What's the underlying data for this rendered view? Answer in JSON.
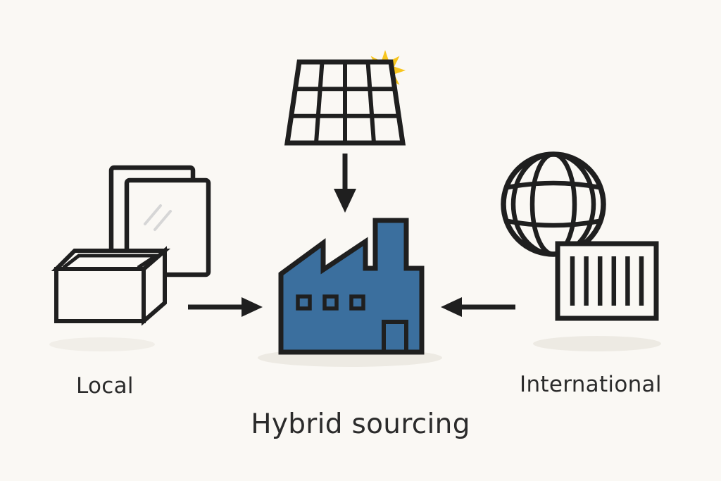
{
  "diagram": {
    "title": "Hybrid sourcing",
    "labels": {
      "local": "Local",
      "international": "International"
    }
  },
  "colors": {
    "bg": "#faf8f4",
    "line": "#1f1f1f",
    "factory": "#3b6f9e",
    "sun": "#f7c51d",
    "text": "#2b2b2b",
    "shadow": "#edeae3",
    "glass_reflection": "#d6d6d6"
  },
  "icons": [
    "solar-panel-icon",
    "sun-icon",
    "down-arrow-icon",
    "glass-sheets-icon",
    "open-box-icon",
    "factory-icon",
    "globe-icon",
    "shipping-container-icon",
    "left-arrow-icon",
    "right-arrow-icon"
  ]
}
